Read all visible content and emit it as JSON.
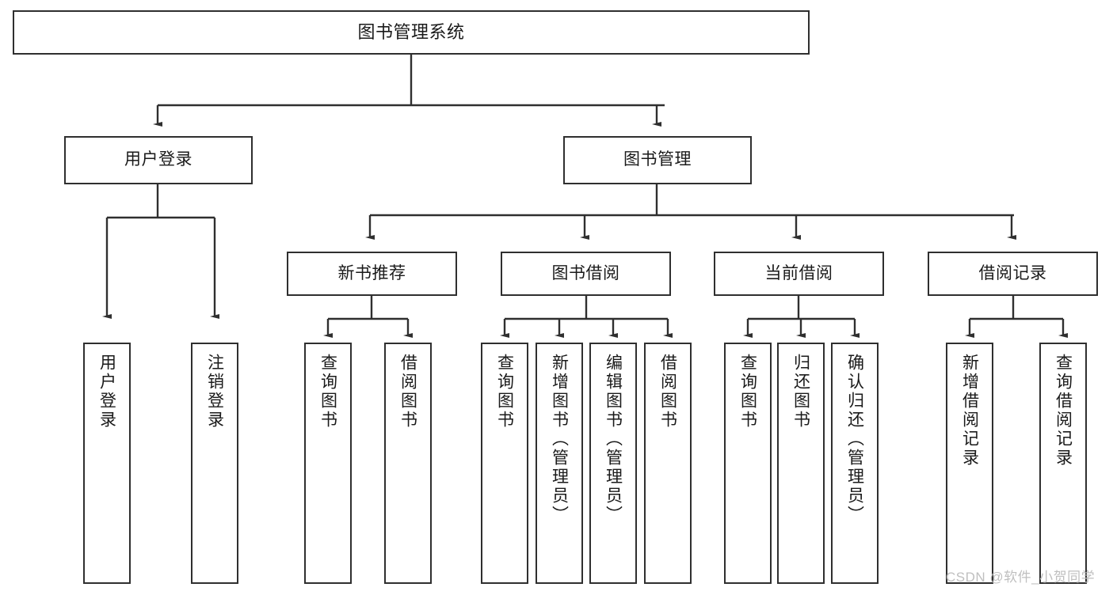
{
  "diagram": {
    "title": "图书管理系统",
    "watermark": "CSDN @软件_小贺同学",
    "colors": {
      "box_border": "#2f2f2f",
      "background": "#ffffff",
      "edge": "#2f2f2f",
      "text": "#1a1a1a",
      "watermark": "#bfbfbf"
    },
    "levels": {
      "root": {
        "label": "图书管理系统"
      },
      "level2": [
        {
          "label": "用户登录"
        },
        {
          "label": "图书管理"
        }
      ],
      "level3": [
        {
          "label": "新书推荐"
        },
        {
          "label": "图书借阅"
        },
        {
          "label": "当前借阅"
        },
        {
          "label": "借阅记录"
        }
      ],
      "leaves": [
        {
          "label": "用户登录",
          "parent": "用户登录"
        },
        {
          "label": "注销登录",
          "parent": "用户登录"
        },
        {
          "label": "查询图书",
          "parent": "新书推荐"
        },
        {
          "label": "借阅图书",
          "parent": "新书推荐"
        },
        {
          "label": "查询图书",
          "parent": "图书借阅"
        },
        {
          "label": "新增图书（管理员）",
          "parent": "图书借阅"
        },
        {
          "label": "编辑图书（管理员）",
          "parent": "图书借阅"
        },
        {
          "label": "借阅图书",
          "parent": "图书借阅"
        },
        {
          "label": "查询图书",
          "parent": "当前借阅"
        },
        {
          "label": "归还图书",
          "parent": "当前借阅"
        },
        {
          "label": "确认归还（管理员）",
          "parent": "当前借阅"
        },
        {
          "label": "新增借阅记录",
          "parent": "借阅记录"
        },
        {
          "label": "查询借阅记录",
          "parent": "借阅记录"
        }
      ]
    }
  }
}
